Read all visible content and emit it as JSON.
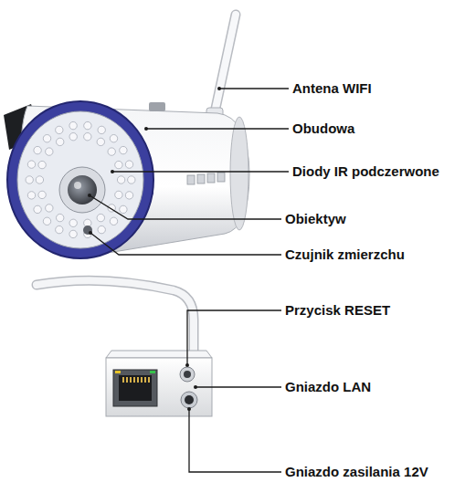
{
  "diagram": {
    "labels": [
      "Antena WIFI",
      "Obudowa",
      "Diody IR podczerwone",
      "Obiektyw",
      "Czujnik zmierzchu",
      "Przycisk RESET",
      "Gniazdo LAN",
      "Gniazdo zasilania 12V"
    ]
  }
}
